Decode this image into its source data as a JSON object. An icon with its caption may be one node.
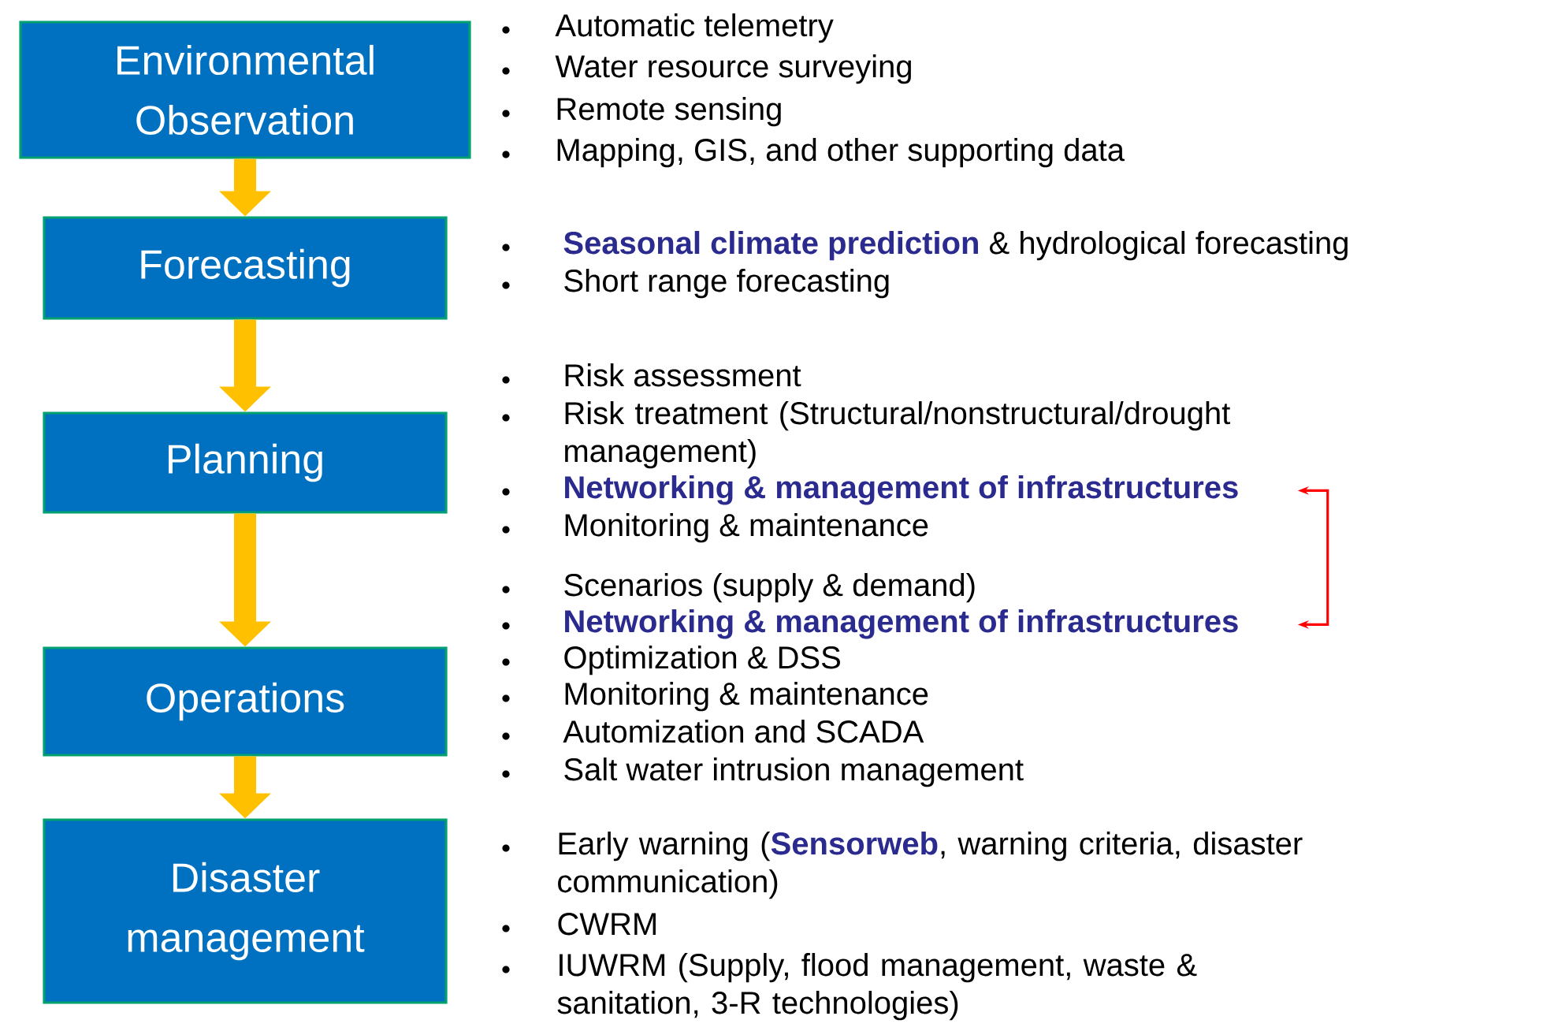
{
  "diagram": {
    "nodes": [
      {
        "text": [
          "Environmental Observation"
        ]
      },
      {
        "text": [
          "Forecasting"
        ]
      },
      {
        "text": [
          "Planning"
        ]
      },
      {
        "text": [
          "Operations"
        ]
      },
      {
        "text": [
          "Disaster management"
        ]
      },
      {
        "text": [
          "Networking & management of infrastructures"
        ]
      },
      {
        "text": [
          "Networking & management of infrastructures"
        ]
      }
    ],
    "edges": [
      {
        "from": 0,
        "to": 1,
        "arrow": "to"
      },
      {
        "from": 1,
        "to": 2,
        "arrow": "to"
      },
      {
        "from": 2,
        "to": 3,
        "arrow": "to"
      },
      {
        "from": 3,
        "to": 4,
        "arrow": "to"
      },
      {
        "from": 5,
        "to": 6,
        "arrow": "both",
        "color": "#ff0000"
      }
    ],
    "labels": [
      "Automatic telemetry",
      "Water resource surveying",
      "Remote sensing",
      "Mapping, GIS, and other supporting data",
      "**Seasonal climate prediction** & hydrological forecasting",
      "Short range forecasting",
      "Risk assessment",
      "Risk treatment (Structural/nonstructural/drought management)",
      "Monitoring & maintenance",
      "Scenarios (supply & demand)",
      "Optimization & DSS",
      "Monitoring & maintenance",
      "Automization and SCADA",
      "Salt water intrusion management",
      "Early warning (**Sensorweb**, warning criteria, disaster communication)",
      "CWRM",
      "IUWRM (Supply, flood management, waste & sanitation, 3-R technologies)"
    ]
  }
}
